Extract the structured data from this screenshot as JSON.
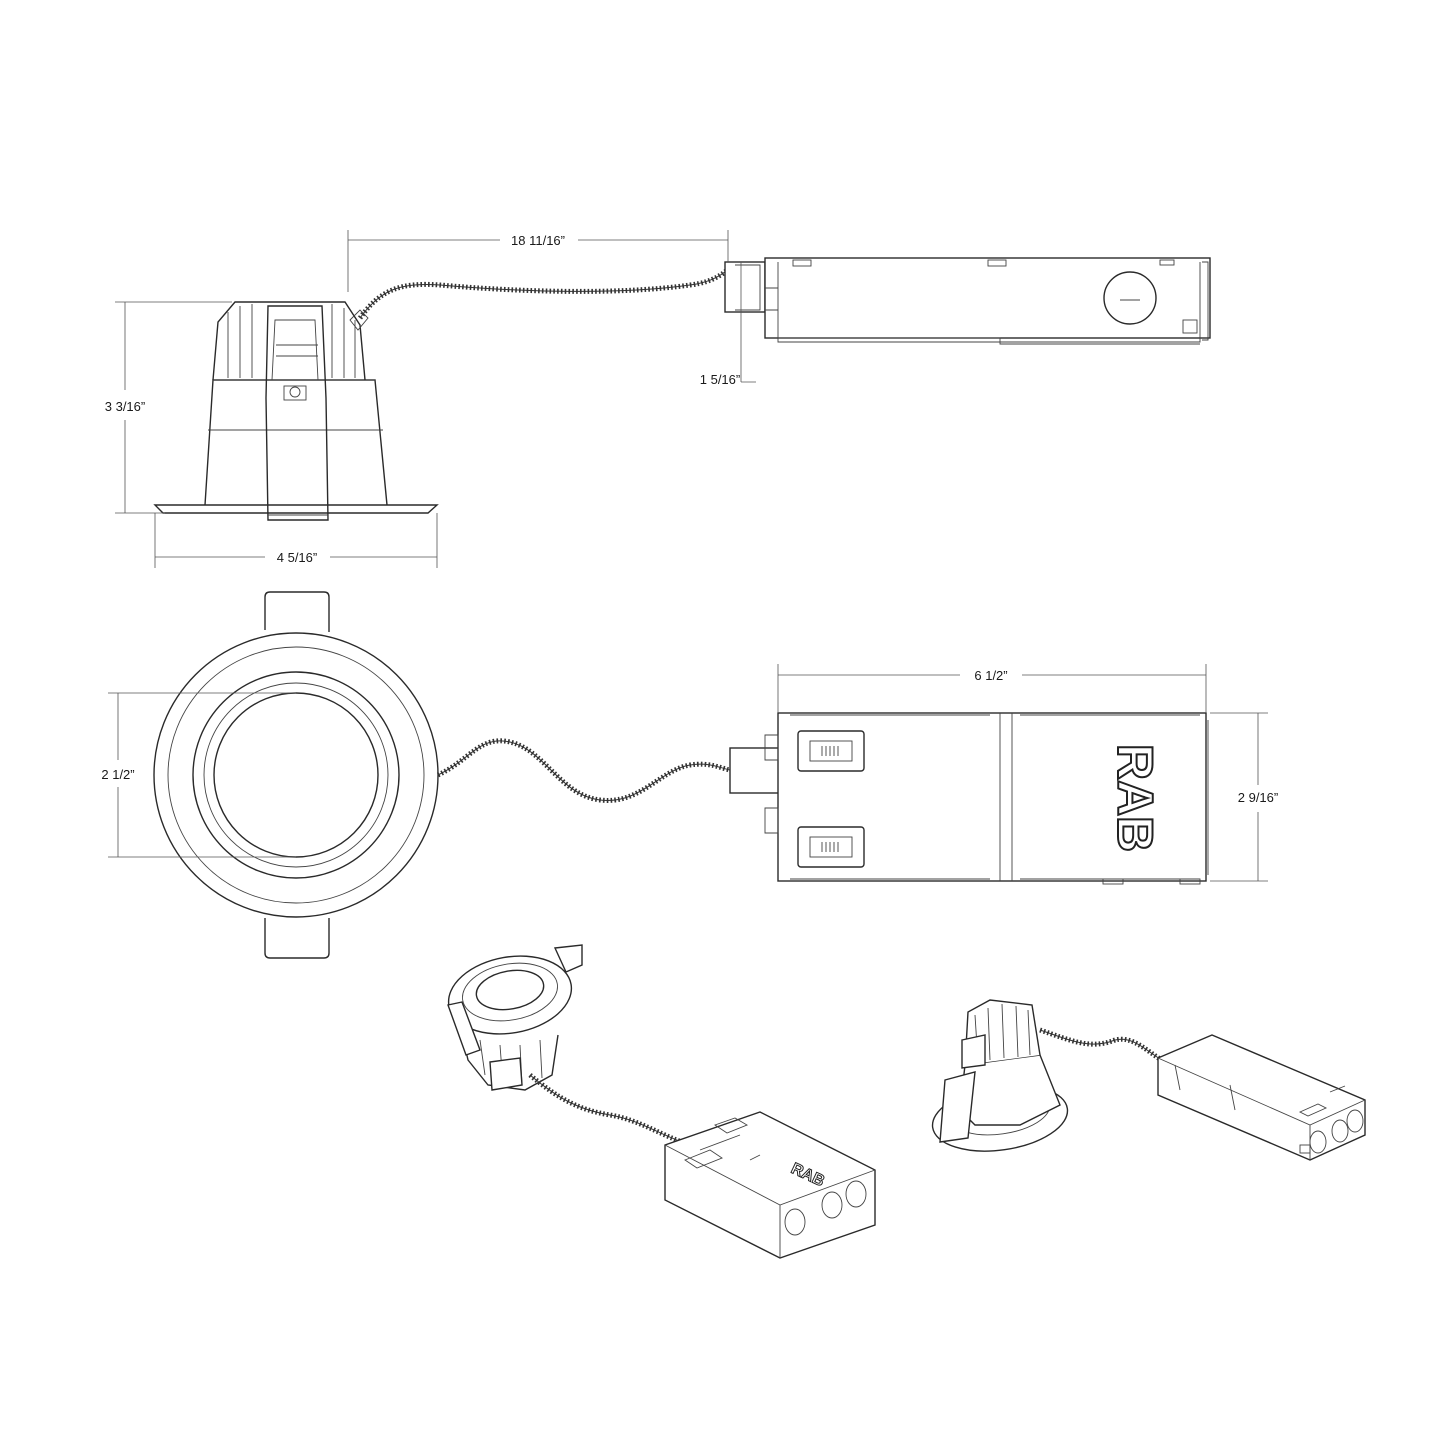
{
  "dimensions": {
    "cord_length": "18 11/16”",
    "housing_height": "3 3/16”",
    "trim_diameter": "4 5/16”",
    "junction_box_height": "1 5/16”",
    "aperture": "2 1/2”",
    "junction_box_length": "6 1/2”",
    "junction_box_width": "2 9/16”"
  },
  "brand": {
    "logo_text": "RAB"
  }
}
